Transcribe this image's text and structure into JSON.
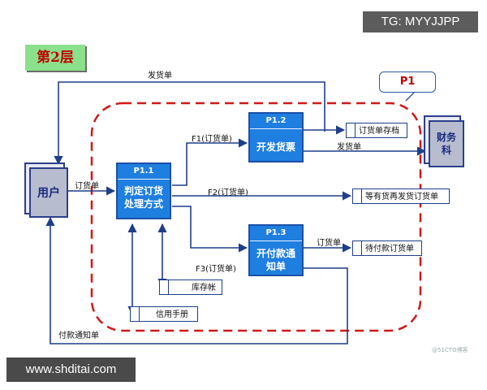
{
  "watermark_top": "TG: MYYJJPP",
  "watermark_bottom": "www.shditai.com",
  "layer_tag": "第2层",
  "boundary_label": "P1",
  "entities": {
    "user": "用户",
    "finance": "财务科"
  },
  "processes": [
    {
      "id": "P1.1",
      "name": "判定订货处理方式"
    },
    {
      "id": "P1.2",
      "name": "开发货票"
    },
    {
      "id": "P1.3",
      "name": "开付款通知单"
    }
  ],
  "stores": [
    {
      "name": "订货单存档"
    },
    {
      "name": "等有货再发货订货单"
    },
    {
      "name": "待付款订货单"
    },
    {
      "name": "库存帐"
    },
    {
      "name": "信用手册"
    }
  ],
  "flows": {
    "shipping_top": "发货单",
    "order_in": "订货单",
    "f1": "F1(订货单)",
    "f2": "F2(订货单)",
    "f3": "F3(订货单)",
    "shipping_finance": "发货单",
    "order_pending": "订货单",
    "payment_notice": "付款通知单"
  },
  "credit": "@51CTO博客"
}
